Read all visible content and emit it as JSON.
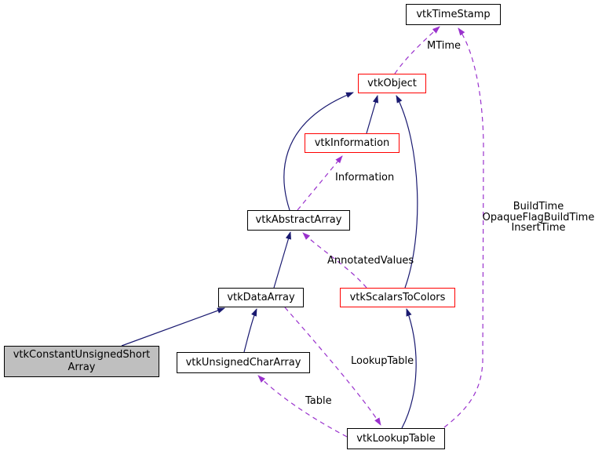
{
  "diagram": {
    "type": "class-collaboration-graph",
    "colors": {
      "inheritance_edge": "#191970",
      "usage_edge": "#9a32cd",
      "node_border": "#000000",
      "truncated_node_border": "#ff0000",
      "focus_node_fill": "#bfbfbf",
      "node_fill": "#ffffff",
      "background": "#ffffff",
      "text": "#000000"
    },
    "nodes": {
      "timestamp": {
        "label": "vtkTimeStamp"
      },
      "object": {
        "label": "vtkObject"
      },
      "information": {
        "label": "vtkInformation"
      },
      "abstract_array": {
        "label": "vtkAbstractArray"
      },
      "data_array": {
        "label": "vtkDataArray"
      },
      "scalars_to_colors": {
        "label": "vtkScalarsToColors"
      },
      "constant_unsigned_short_array": {
        "label": "vtkConstantUnsignedShort\nArray"
      },
      "unsigned_char_array": {
        "label": "vtkUnsignedCharArray"
      },
      "lookup_table": {
        "label": "vtkLookupTable"
      }
    },
    "edge_labels": {
      "mtime": "MTime",
      "information": "Information",
      "annotated_values": "AnnotatedValues",
      "build_times": "BuildTime\nOpaqueFlagBuildTime\nInsertTime",
      "lookup_table": "LookupTable",
      "table": "Table"
    }
  }
}
